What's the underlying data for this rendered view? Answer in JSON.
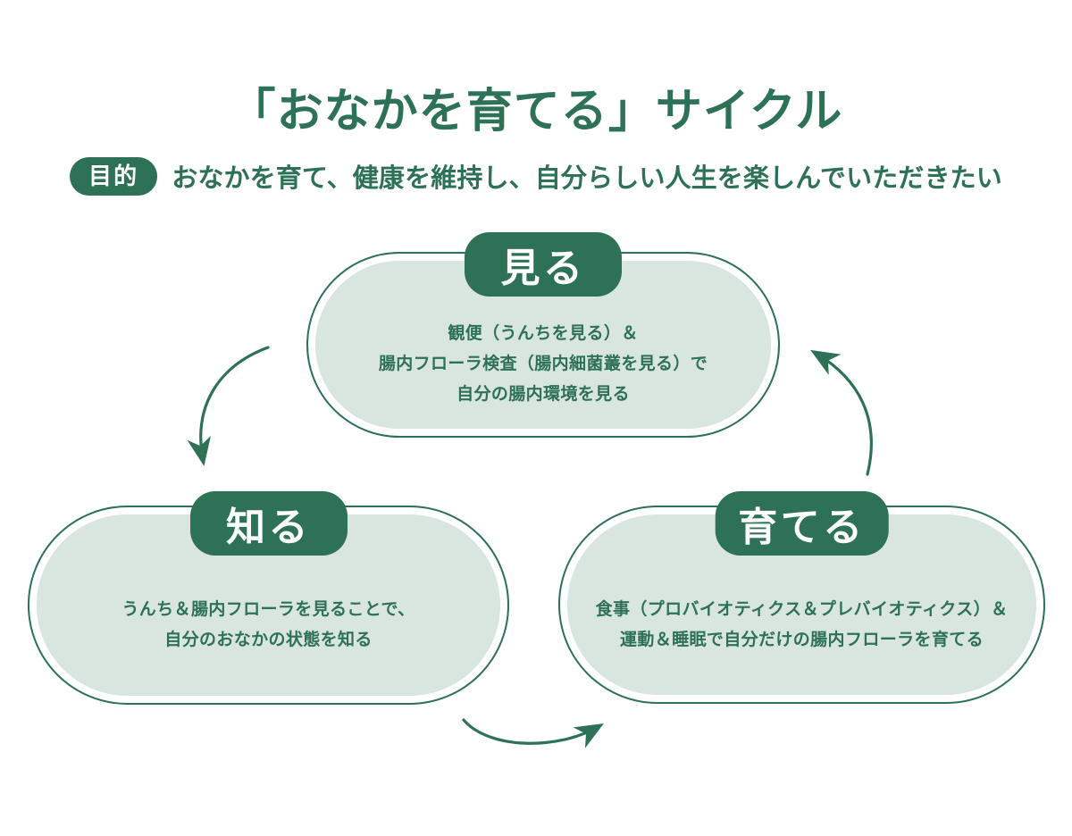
{
  "meta": {
    "accent_green": "#2d7156",
    "panel_fill": "#d9e5df",
    "background": "#ffffff"
  },
  "title": "「おなかを育てる」サイクル",
  "purpose": {
    "badge_label": "目的",
    "text": "おなかを育て、健康を維持し、自分らしい人生を楽しんでいただきたい"
  },
  "cycle": {
    "nodes": [
      {
        "id": "see",
        "badge": "見る",
        "lines": [
          "観便（うんちを見る）＆",
          "腸内フローラ検査（腸内細菌叢を見る）で",
          "自分の腸内環境を見る"
        ]
      },
      {
        "id": "know",
        "badge": "知る",
        "lines": [
          "うんち＆腸内フローラを見ることで、",
          "自分のおなかの状態を知る"
        ]
      },
      {
        "id": "grow",
        "badge": "育てる",
        "lines": [
          "食事（プロバイオティクス＆プレバイオティクス）＆",
          "運動＆睡眠で自分だけの腸内フローラを育てる"
        ]
      }
    ]
  }
}
